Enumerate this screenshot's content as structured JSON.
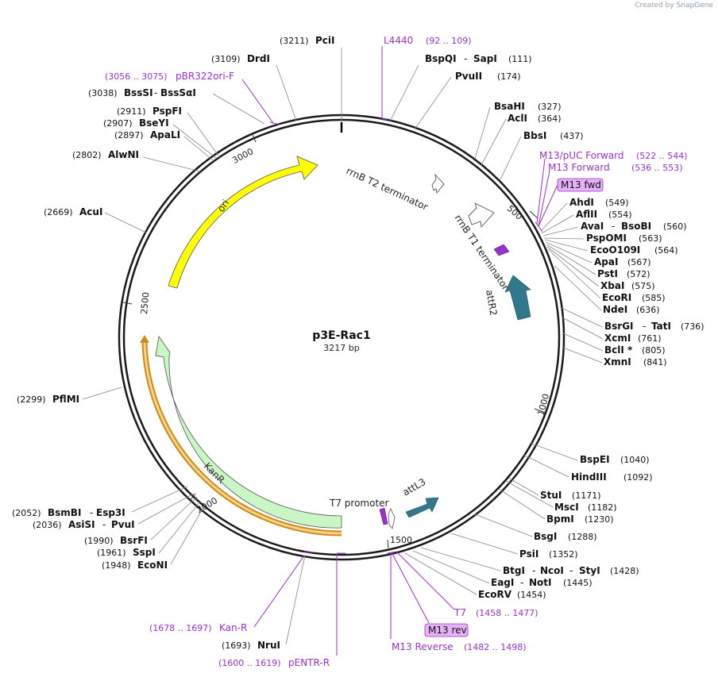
{
  "credit": {
    "prefix": "Created by",
    "brand": "SnapGene"
  },
  "plasmid": {
    "name": "p3E-Rac1",
    "size": "3217 bp"
  },
  "ticks": [
    "500",
    "1000",
    "1500",
    "2000",
    "2500",
    "3000"
  ],
  "features": {
    "ori": "ori",
    "kanr": "KanR",
    "attr2": "attR2",
    "attl3": "attL3",
    "rrnb_t1": "rrnB T1 terminator",
    "rrnb_t2": "rrnB T2 terminator",
    "t7_promoter": "T7 promoter"
  },
  "enzymes": {
    "pcii": {
      "name": "PciI",
      "pos": "(3211)"
    },
    "drdi": {
      "name": "DrdI",
      "pos": "(3109)"
    },
    "bsssi": {
      "name": "BssSI",
      "pos": "(3038)"
    },
    "bsssai": {
      "name": "BssSαI"
    },
    "pspfi": {
      "name": "PspFI",
      "pos": "(2911)"
    },
    "bseyi": {
      "name": "BseYI",
      "pos": "(2907)"
    },
    "apali": {
      "name": "ApaLI",
      "pos": "(2897)"
    },
    "alwni": {
      "name": "AlwNI",
      "pos": "(2802)"
    },
    "acui": {
      "name": "AcuI",
      "pos": "(2669)"
    },
    "pflmi": {
      "name": "PflMI",
      "pos": "(2299)"
    },
    "bsmbi": {
      "name": "BsmBI",
      "pos": "(2052)"
    },
    "esp3i": {
      "name": "Esp3I"
    },
    "asisi": {
      "name": "AsiSI",
      "pos": "(2036)"
    },
    "pvui": {
      "name": "PvuI"
    },
    "bsrfi": {
      "name": "BsrFI",
      "pos": "(1990)"
    },
    "sspi": {
      "name": "SspI",
      "pos": "(1961)"
    },
    "econi": {
      "name": "EcoNI",
      "pos": "(1948)"
    },
    "nrui": {
      "name": "NruI",
      "pos": "(1693)"
    },
    "bspqi": {
      "name": "BspQI",
      "pos": "(111)"
    },
    "sapi": {
      "name": "SapI"
    },
    "pvuii": {
      "name": "PvuII",
      "pos": "(174)"
    },
    "bsahi": {
      "name": "BsaHI",
      "pos": "(327)"
    },
    "acli": {
      "name": "AclI",
      "pos": "(364)"
    },
    "bbsi": {
      "name": "BbsI",
      "pos": "(437)"
    },
    "ahdi": {
      "name": "AhdI",
      "pos": "(549)"
    },
    "aflii": {
      "name": "AflII",
      "pos": "(554)"
    },
    "avai": {
      "name": "AvaI",
      "pos": "(560)"
    },
    "bsobi": {
      "name": "BsoBI"
    },
    "pspomi": {
      "name": "PspOMI",
      "pos": "(563)"
    },
    "eco0109i": {
      "name": "EcoO109I",
      "pos": "(564)"
    },
    "apai": {
      "name": "ApaI",
      "pos": "(567)"
    },
    "psti": {
      "name": "PstI",
      "pos": "(572)"
    },
    "xbai": {
      "name": "XbaI",
      "pos": "(575)"
    },
    "ecori": {
      "name": "EcoRI",
      "pos": "(585)"
    },
    "ndei": {
      "name": "NdeI",
      "pos": "(636)"
    },
    "bsrgi": {
      "name": "BsrGI",
      "pos": "(736)"
    },
    "tati": {
      "name": "TatI"
    },
    "xcmi": {
      "name": "XcmI",
      "pos": "(761)"
    },
    "bcli": {
      "name": "BclI *",
      "pos": "(805)"
    },
    "xmni": {
      "name": "XmnI",
      "pos": "(841)"
    },
    "bspei": {
      "name": "BspEI",
      "pos": "(1040)"
    },
    "hindiii": {
      "name": "HindIII",
      "pos": "(1092)"
    },
    "stui": {
      "name": "StuI",
      "pos": "(1171)"
    },
    "msci": {
      "name": "MscI",
      "pos": "(1182)"
    },
    "bpmi": {
      "name": "BpmI",
      "pos": "(1230)"
    },
    "bsgi": {
      "name": "BsgI",
      "pos": "(1288)"
    },
    "psii": {
      "name": "PsiI",
      "pos": "(1352)"
    },
    "btgi": {
      "name": "BtgI",
      "pos": "(1428)"
    },
    "ncoi": {
      "name": "NcoI"
    },
    "styi": {
      "name": "StyI"
    },
    "eagi": {
      "name": "EagI",
      "pos": "(1445)"
    },
    "noti": {
      "name": "NotI"
    },
    "ecorv": {
      "name": "EcoRV",
      "pos": "(1454)"
    }
  },
  "primers": {
    "l4440": {
      "name": "L4440",
      "range": "(92 .. 109)"
    },
    "pbr322": {
      "name": "pBR322ori-F",
      "range": "(3056 .. 3075)"
    },
    "m13puc": {
      "name": "M13/pUC Forward",
      "range": "(522 .. 544)"
    },
    "m13fwd": {
      "name": "M13 Forward",
      "range": "(536 .. 553)"
    },
    "m13fwd_box": "M13 fwd",
    "t7": {
      "name": "T7",
      "range": "(1458 .. 1477)"
    },
    "m13rev_box": "M13 rev",
    "m13reverse": {
      "name": "M13 Reverse",
      "range": "(1482 .. 1498)"
    },
    "kanr": {
      "name": "Kan-R",
      "range": "(1678 .. 1697)"
    },
    "pentr": {
      "name": "pENTR-R",
      "range": "(1600 .. 1619)"
    }
  },
  "colors": {
    "ori": "#ffff00",
    "kanr": "#c8f7c5",
    "kanr_outline": "#d08a18",
    "att": "#31788c",
    "primer": "#9b30d0",
    "primer_box": "#e5b3f5",
    "backbone": "#1a1a1a"
  }
}
